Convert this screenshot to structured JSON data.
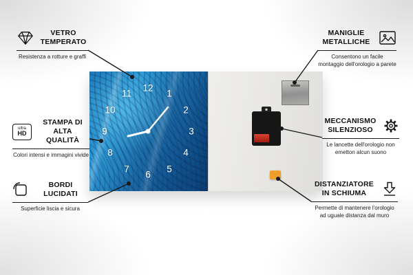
{
  "callouts": {
    "vetro": {
      "title": "VETRO TEMPERATO",
      "subtitle": "Resistenza a rotture e graffi"
    },
    "stampa": {
      "title": "STAMPA DI ALTA QUALITÀ",
      "subtitle": "Colori intensi e immagini vivide"
    },
    "bordi": {
      "title": "BORDI LUCIDATI",
      "subtitle": "Superficie liscia e sicura"
    },
    "maniglie": {
      "title": "MANIGLIE METALLICHE",
      "subtitle": "Consentono un facile montaggio dell'orologio a parete"
    },
    "meccanismo": {
      "title": "MECCANISMO SILENZIOSO",
      "subtitle": "Le lancette dell'orologio non emetton alcun suono"
    },
    "distanziatore": {
      "title": "DISTANZIATORE IN SCHIUMA",
      "subtitle": "Permette di mantenere l'orologio ad uguale distanza dal muro"
    }
  },
  "ultra_hd_badge": {
    "line1": "ultra",
    "line2": "HD"
  },
  "clock": {
    "numbers": [
      "12",
      "1",
      "2",
      "3",
      "4",
      "5",
      "6",
      "7",
      "8",
      "9",
      "10",
      "11"
    ]
  },
  "colors": {
    "leader_line": "#1a1a1a",
    "clock_blue_light": "#2f9bd6",
    "clock_blue_dark": "#0c3f74",
    "back_panel": "#e9e8e5",
    "mechanism": "#161616",
    "battery_red": "#c02a1d",
    "foam_orange": "#f0a02a"
  }
}
